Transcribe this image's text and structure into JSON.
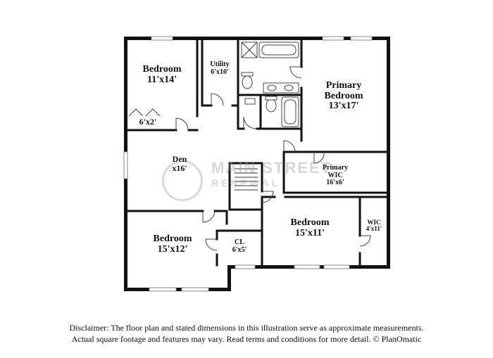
{
  "rooms": {
    "bedroom_nw": {
      "name": "Bedroom",
      "dims": "11'x14'"
    },
    "closet_nw": {
      "dims": "6'x2'"
    },
    "utility": {
      "name": "Utility",
      "dims": "6'x10'"
    },
    "primary_bedroom": {
      "name_line1": "Primary",
      "name_line2": "Bedroom",
      "dims": "13'x17'"
    },
    "den": {
      "name": "Den",
      "dims": "x16'"
    },
    "primary_wic": {
      "name_line1": "Primary",
      "name_line2": "WIC",
      "dims": "16'x6'"
    },
    "bedroom_sw": {
      "name": "Bedroom",
      "dims": "15'x12'"
    },
    "closet_cl": {
      "name": "CL",
      "dims": "6'x5'"
    },
    "bedroom_se": {
      "name": "Bedroom",
      "dims": "15'x11'"
    },
    "wic_se": {
      "name": "WIC",
      "dims": "4'x11'"
    }
  },
  "watermark": {
    "line1": "MAIN STREET",
    "line2": "RENEWAL"
  },
  "disclaimer": {
    "line1": "Disclaimer: The floor plan and stated dimensions in this illustration serve as approximate measurements.",
    "line2": "Actual square footage and features may vary. Read terms and conditions for more detail. © PlanOmatic"
  }
}
